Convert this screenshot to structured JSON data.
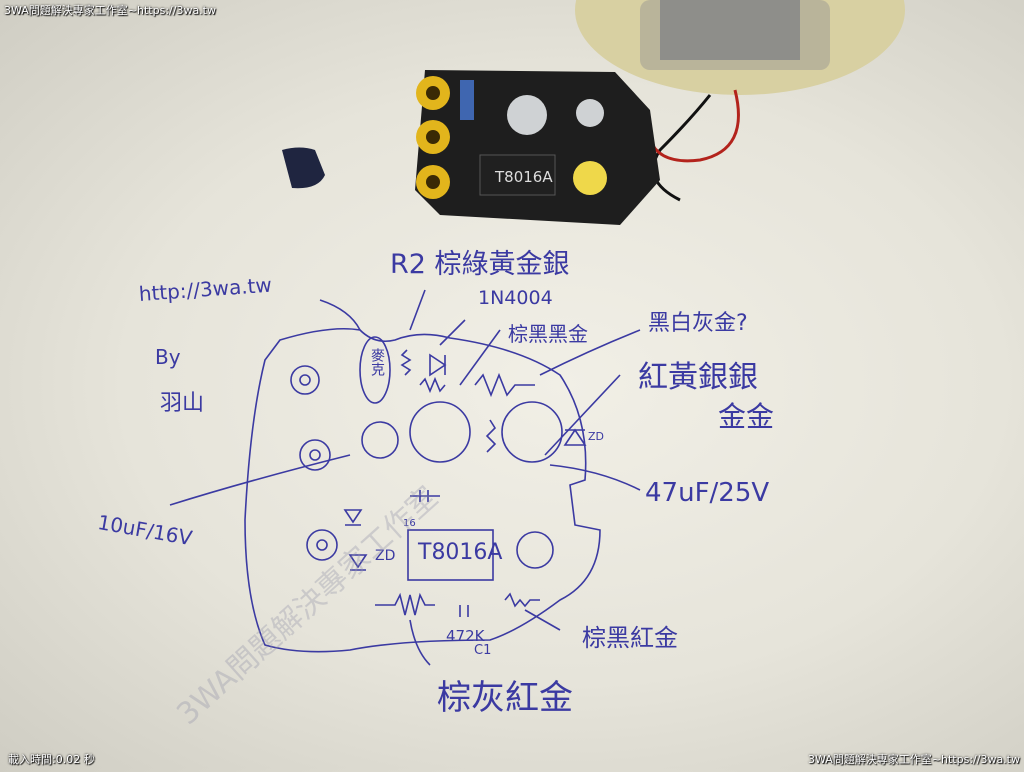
{
  "watermark_top": "3WA問題解決專家工作室~https://3wa.tw",
  "watermark_bottom_right": "3WA問題解決專家工作室~https://3wa.tw",
  "load_time": "載入時間:0.02 秒",
  "diagonal_watermark": "3WA問題解決專家工作室",
  "pcb_chip_label": "T8016A",
  "notes": {
    "url": "http://3wa.tw",
    "by": "By",
    "author": "羽山",
    "r2": "R2 棕綠黃金銀",
    "diode": "1N4004",
    "res1": "棕黑黑金",
    "res2": "黑白灰金?",
    "res3_line1": "紅黃銀銀",
    "res3_line2": "金金",
    "cap_big": "47uF/25V",
    "cap_small": "10uF/16V",
    "mic": "麥克",
    "chip": "T8016A",
    "zd": "ZD",
    "zd2": "ZD",
    "pin16": "16",
    "cap_code": "472K",
    "c1": "C1",
    "res4": "棕黑紅金",
    "res5": "棕灰紅金"
  },
  "colors": {
    "ink": "#3b3aa2",
    "pcb": "#1e1e1e",
    "jack": "#e2b51c"
  }
}
